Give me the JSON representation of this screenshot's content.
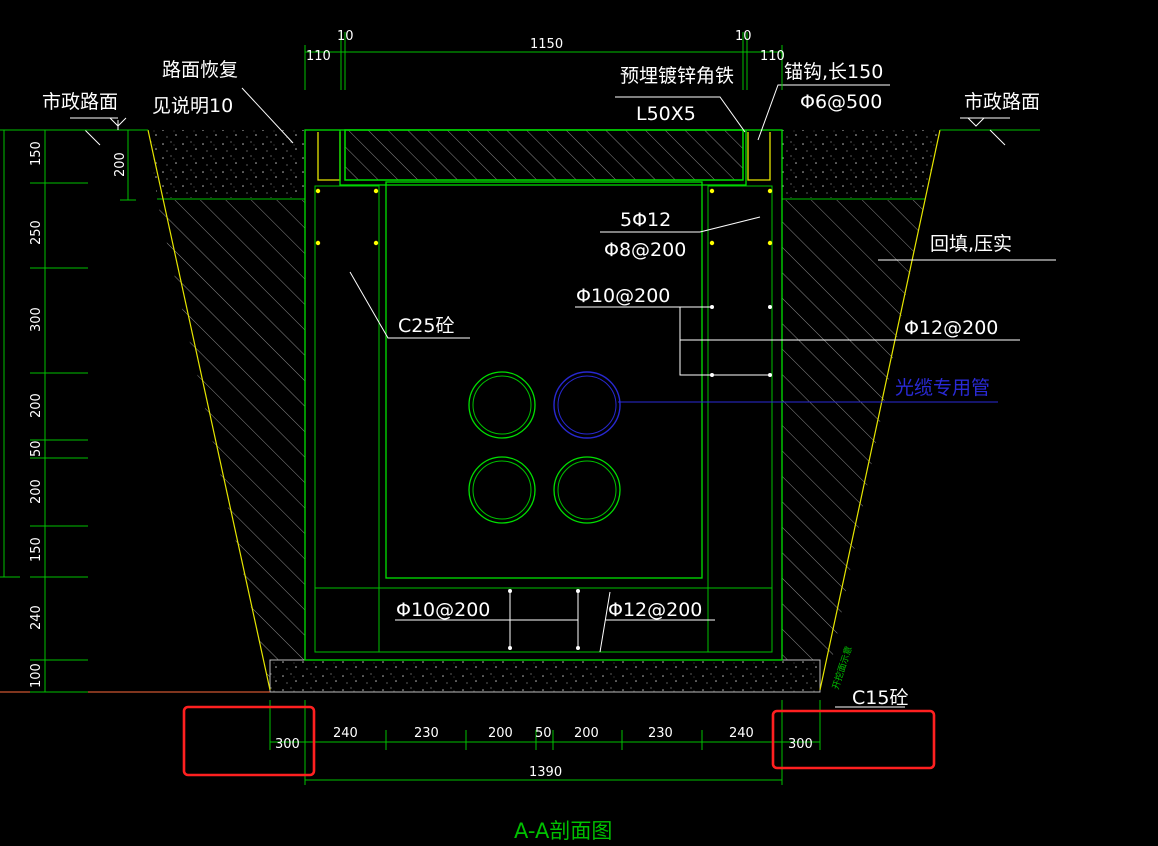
{
  "colors": {
    "background": "#000000",
    "structure": "#00e000",
    "dimension_line": "#00c000",
    "excavation": "#e6e600",
    "cable_pipe": "#1e1ebe",
    "highlight_box": "#ff2020",
    "ground_line": "#ff6a3d",
    "text": "#ffffff"
  },
  "labels": {
    "road_restore": "路面恢复",
    "see_note": "见说明10",
    "municipal_left": "市政路面",
    "municipal_right": "市政路面",
    "angle_iron": "预埋镀锌角铁",
    "angle_spec": "L50X5",
    "anchor": "锚钩,长150",
    "anchor_spec": "Φ6@500",
    "rebar_top": "5Φ12",
    "rebar_stirrup": "Φ8@200",
    "backfill": "回填,压实",
    "rebar_h1": "Φ10@200",
    "rebar_v1": "Φ12@200",
    "concrete_c25": "C25砼",
    "fiber_pipe": "光缆专用管",
    "rebar_bot_left": "Φ10@200",
    "rebar_bot_right": "Φ12@200",
    "concrete_c15": "C15砼",
    "slope_note": "开挖面示意",
    "section_title": "A-A剖面图"
  },
  "top_dims": [
    "110",
    "10",
    "1150",
    "10",
    "110"
  ],
  "left_dims": [
    "150",
    "250",
    "300",
    "200",
    "50",
    "200",
    "150",
    "240",
    "100"
  ],
  "left_small_dim": "200",
  "bottom_dims": [
    "300",
    "240",
    "230",
    "200",
    "50",
    "200",
    "230",
    "240",
    "300"
  ],
  "bottom_total": "1390"
}
